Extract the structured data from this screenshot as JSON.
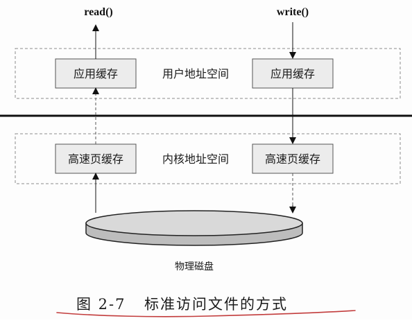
{
  "operations": {
    "read": "read()",
    "write": "write()"
  },
  "user_space": {
    "label": "用户地址空间",
    "left_box": "应用缓存",
    "right_box": "应用缓存"
  },
  "kernel_space": {
    "label": "内核地址空间",
    "left_box": "高速页缓存",
    "right_box": "高速页缓存"
  },
  "disk": {
    "label": "物理磁盘"
  },
  "caption": {
    "figure_number": "图 2-7",
    "title": "标准访问文件的方式"
  },
  "colors": {
    "box_fill": "#ececec",
    "disk_fill": "#d6d6d6",
    "dashed_border": "#8a8a8a",
    "separator": "#111111",
    "underline": "#c23b3b"
  }
}
